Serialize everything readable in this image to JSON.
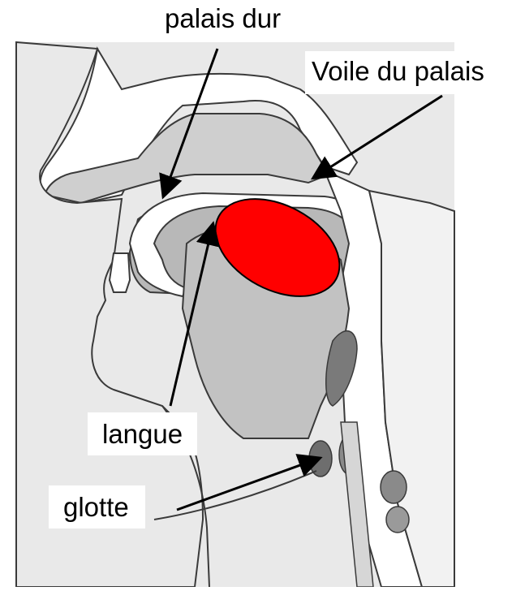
{
  "labels": {
    "hard_palate": "palais dur",
    "soft_palate": "Voile du palais",
    "tongue": "langue",
    "glottis": "glotte"
  },
  "colors": {
    "highlight": "#ff0000",
    "background": "#ffffff",
    "figure_fill": "#ececec",
    "tissue_gray": "#bdbdbd",
    "dark_gray": "#7a7a7a",
    "outline": "#3a3a3a",
    "arrow": "#000000"
  }
}
